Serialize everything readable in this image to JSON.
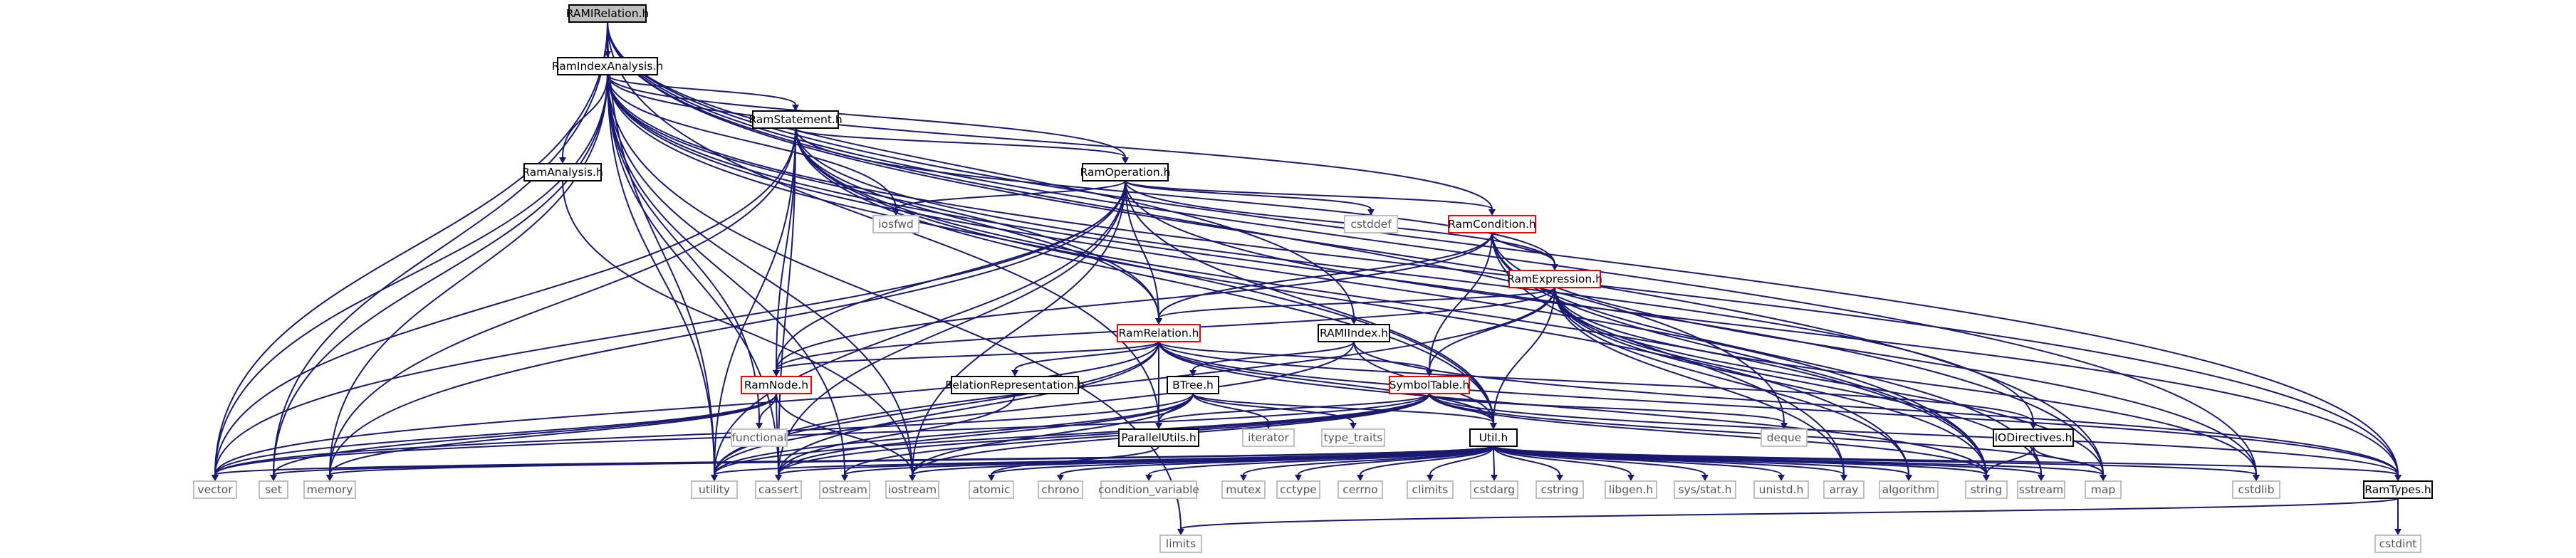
{
  "diagram": {
    "nodes": [
      {
        "id": "RAMIRelation.h",
        "label": "RAMIRelation.h",
        "style": "root"
      },
      {
        "id": "RamIndexAnalysis.h",
        "label": "RamIndexAnalysis.h",
        "style": "normal"
      },
      {
        "id": "RamStatement.h",
        "label": "RamStatement.h",
        "style": "normal"
      },
      {
        "id": "RamAnalysis.h",
        "label": "RamAnalysis.h",
        "style": "normal"
      },
      {
        "id": "RamOperation.h",
        "label": "RamOperation.h",
        "style": "normal"
      },
      {
        "id": "iosfwd",
        "label": "iosfwd",
        "style": "system"
      },
      {
        "id": "cstddef",
        "label": "cstddef",
        "style": "system"
      },
      {
        "id": "RamCondition.h",
        "label": "RamCondition.h",
        "style": "red"
      },
      {
        "id": "RamExpression.h",
        "label": "RamExpression.h",
        "style": "red"
      },
      {
        "id": "RamRelation.h",
        "label": "RamRelation.h",
        "style": "red"
      },
      {
        "id": "RAMIIndex.h",
        "label": "RAMIIndex.h",
        "style": "normal"
      },
      {
        "id": "RamNode.h",
        "label": "RamNode.h",
        "style": "red"
      },
      {
        "id": "RelationRepresentation.h",
        "label": "RelationRepresentation.h",
        "style": "normal"
      },
      {
        "id": "BTree.h",
        "label": "BTree.h",
        "style": "normal"
      },
      {
        "id": "SymbolTable.h",
        "label": "SymbolTable.h",
        "style": "red"
      },
      {
        "id": "functional",
        "label": "functional",
        "style": "system"
      },
      {
        "id": "ParallelUtils.h",
        "label": "ParallelUtils.h",
        "style": "normal"
      },
      {
        "id": "iterator",
        "label": "iterator",
        "style": "system"
      },
      {
        "id": "type_traits",
        "label": "type_traits",
        "style": "system"
      },
      {
        "id": "Util.h",
        "label": "Util.h",
        "style": "normal"
      },
      {
        "id": "deque",
        "label": "deque",
        "style": "system"
      },
      {
        "id": "IODirectives.h",
        "label": "IODirectives.h",
        "style": "normal"
      },
      {
        "id": "vector",
        "label": "vector",
        "style": "system"
      },
      {
        "id": "set",
        "label": "set",
        "style": "system"
      },
      {
        "id": "memory",
        "label": "memory",
        "style": "system"
      },
      {
        "id": "utility",
        "label": "utility",
        "style": "system"
      },
      {
        "id": "cassert",
        "label": "cassert",
        "style": "system"
      },
      {
        "id": "ostream",
        "label": "ostream",
        "style": "system"
      },
      {
        "id": "iostream",
        "label": "iostream",
        "style": "system"
      },
      {
        "id": "atomic",
        "label": "atomic",
        "style": "system"
      },
      {
        "id": "chrono",
        "label": "chrono",
        "style": "system"
      },
      {
        "id": "condition_variable",
        "label": "condition_variable",
        "style": "system"
      },
      {
        "id": "mutex",
        "label": "mutex",
        "style": "system"
      },
      {
        "id": "cctype",
        "label": "cctype",
        "style": "system"
      },
      {
        "id": "cerrno",
        "label": "cerrno",
        "style": "system"
      },
      {
        "id": "climits",
        "label": "climits",
        "style": "system"
      },
      {
        "id": "cstdarg",
        "label": "cstdarg",
        "style": "system"
      },
      {
        "id": "cstring",
        "label": "cstring",
        "style": "system"
      },
      {
        "id": "libgen.h",
        "label": "libgen.h",
        "style": "system"
      },
      {
        "id": "sys/stat.h",
        "label": "sys/stat.h",
        "style": "system"
      },
      {
        "id": "unistd.h",
        "label": "unistd.h",
        "style": "system"
      },
      {
        "id": "array",
        "label": "array",
        "style": "system"
      },
      {
        "id": "algorithm",
        "label": "algorithm",
        "style": "system"
      },
      {
        "id": "string",
        "label": "string",
        "style": "system"
      },
      {
        "id": "sstream",
        "label": "sstream",
        "style": "system"
      },
      {
        "id": "map",
        "label": "map",
        "style": "system"
      },
      {
        "id": "cstdlib",
        "label": "cstdlib",
        "style": "system"
      },
      {
        "id": "RamTypes.h",
        "label": "RamTypes.h",
        "style": "normal"
      },
      {
        "id": "limits",
        "label": "limits",
        "style": "system"
      },
      {
        "id": "cstdint",
        "label": "cstdint",
        "style": "system"
      }
    ],
    "edges": [
      [
        "RAMIRelation.h",
        "RamIndexAnalysis.h"
      ],
      [
        "RAMIRelation.h",
        "RAMIIndex.h"
      ],
      [
        "RAMIRelation.h",
        "ParallelUtils.h"
      ],
      [
        "RAMIRelation.h",
        "vector"
      ],
      [
        "RAMIRelation.h",
        "set"
      ],
      [
        "RAMIRelation.h",
        "utility"
      ],
      [
        "RAMIRelation.h",
        "deque"
      ],
      [
        "RAMIRelation.h",
        "map"
      ],
      [
        "RAMIRelation.h",
        "cstdlib"
      ],
      [
        "RAMIRelation.h",
        "RamTypes.h"
      ],
      [
        "RamIndexAnalysis.h",
        "RamStatement.h"
      ],
      [
        "RamIndexAnalysis.h",
        "RamAnalysis.h"
      ],
      [
        "RamIndexAnalysis.h",
        "RamOperation.h"
      ],
      [
        "RamIndexAnalysis.h",
        "RamCondition.h"
      ],
      [
        "RamIndexAnalysis.h",
        "RamRelation.h"
      ],
      [
        "RamIndexAnalysis.h",
        "iosfwd"
      ],
      [
        "RamIndexAnalysis.h",
        "functional"
      ],
      [
        "RamIndexAnalysis.h",
        "vector"
      ],
      [
        "RamIndexAnalysis.h",
        "set"
      ],
      [
        "RamIndexAnalysis.h",
        "memory"
      ],
      [
        "RamIndexAnalysis.h",
        "utility"
      ],
      [
        "RamIndexAnalysis.h",
        "cassert"
      ],
      [
        "RamIndexAnalysis.h",
        "ostream"
      ],
      [
        "RamIndexAnalysis.h",
        "iostream"
      ],
      [
        "RamIndexAnalysis.h",
        "Util.h"
      ],
      [
        "RamIndexAnalysis.h",
        "string"
      ],
      [
        "RamIndexAnalysis.h",
        "map"
      ],
      [
        "RamIndexAnalysis.h",
        "RamTypes.h"
      ],
      [
        "RamIndexAnalysis.h",
        "limits"
      ],
      [
        "RamStatement.h",
        "RamOperation.h"
      ],
      [
        "RamStatement.h",
        "RamRelation.h"
      ],
      [
        "RamStatement.h",
        "RamNode.h"
      ],
      [
        "RamStatement.h",
        "RamExpression.h"
      ],
      [
        "RamStatement.h",
        "IODirectives.h"
      ],
      [
        "RamStatement.h",
        "Util.h"
      ],
      [
        "RamStatement.h",
        "vector"
      ],
      [
        "RamStatement.h",
        "memory"
      ],
      [
        "RamStatement.h",
        "utility"
      ],
      [
        "RamStatement.h",
        "cassert"
      ],
      [
        "RamStatement.h",
        "algorithm"
      ],
      [
        "RamStatement.h",
        "string"
      ],
      [
        "RamAnalysis.h",
        "iostream"
      ],
      [
        "RamOperation.h",
        "iosfwd"
      ],
      [
        "RamOperation.h",
        "cstddef"
      ],
      [
        "RamOperation.h",
        "RamCondition.h"
      ],
      [
        "RamOperation.h",
        "RamExpression.h"
      ],
      [
        "RamOperation.h",
        "RamRelation.h"
      ],
      [
        "RamOperation.h",
        "RamNode.h"
      ],
      [
        "RamOperation.h",
        "Util.h"
      ],
      [
        "RamOperation.h",
        "vector"
      ],
      [
        "RamOperation.h",
        "memory"
      ],
      [
        "RamOperation.h",
        "utility"
      ],
      [
        "RamOperation.h",
        "cassert"
      ],
      [
        "RamOperation.h",
        "iostream"
      ],
      [
        "RamOperation.h",
        "RamTypes.h"
      ],
      [
        "RamCondition.h",
        "RamExpression.h"
      ],
      [
        "RamCondition.h",
        "RamRelation.h"
      ],
      [
        "RamCondition.h",
        "RamNode.h"
      ],
      [
        "RamCondition.h",
        "SymbolTable.h"
      ],
      [
        "RamCondition.h",
        "array"
      ],
      [
        "RamCondition.h",
        "string"
      ],
      [
        "RamCondition.h",
        "sstream"
      ],
      [
        "RamCondition.h",
        "cstdlib"
      ],
      [
        "RamExpression.h",
        "RamRelation.h"
      ],
      [
        "RamExpression.h",
        "RamNode.h"
      ],
      [
        "RamExpression.h",
        "SymbolTable.h"
      ],
      [
        "RamExpression.h",
        "Util.h"
      ],
      [
        "RamExpression.h",
        "utility"
      ],
      [
        "RamExpression.h",
        "array"
      ],
      [
        "RamExpression.h",
        "algorithm"
      ],
      [
        "RamExpression.h",
        "string"
      ],
      [
        "RamExpression.h",
        "sstream"
      ],
      [
        "RamExpression.h",
        "map"
      ],
      [
        "RamExpression.h",
        "cstdlib"
      ],
      [
        "RamRelation.h",
        "RamNode.h"
      ],
      [
        "RamRelation.h",
        "RelationRepresentation.h"
      ],
      [
        "RamRelation.h",
        "ParallelUtils.h"
      ],
      [
        "RamRelation.h",
        "Util.h"
      ],
      [
        "RamRelation.h",
        "SymbolTable.h"
      ],
      [
        "RamRelation.h",
        "IODirectives.h"
      ],
      [
        "RamRelation.h",
        "vector"
      ],
      [
        "RamRelation.h",
        "utility"
      ],
      [
        "RamRelation.h",
        "cassert"
      ],
      [
        "RamRelation.h",
        "string"
      ],
      [
        "RamRelation.h",
        "RamTypes.h"
      ],
      [
        "RAMIIndex.h",
        "BTree.h"
      ],
      [
        "RAMIIndex.h",
        "Util.h"
      ],
      [
        "RAMIIndex.h",
        "utility"
      ],
      [
        "RAMIIndex.h",
        "RamTypes.h"
      ],
      [
        "RamNode.h",
        "functional"
      ],
      [
        "RamNode.h",
        "vector"
      ],
      [
        "RamNode.h",
        "set"
      ],
      [
        "RamNode.h",
        "memory"
      ],
      [
        "RamNode.h",
        "cassert"
      ],
      [
        "RamNode.h",
        "iostream"
      ],
      [
        "RelationRepresentation.h",
        "cassert"
      ],
      [
        "BTree.h",
        "ParallelUtils.h"
      ],
      [
        "BTree.h",
        "iterator"
      ],
      [
        "BTree.h",
        "type_traits"
      ],
      [
        "BTree.h",
        "Util.h"
      ],
      [
        "BTree.h",
        "vector"
      ],
      [
        "BTree.h",
        "utility"
      ],
      [
        "BTree.h",
        "cassert"
      ],
      [
        "BTree.h",
        "iostream"
      ],
      [
        "SymbolTable.h",
        "ParallelUtils.h"
      ],
      [
        "SymbolTable.h",
        "Util.h"
      ],
      [
        "SymbolTable.h",
        "deque"
      ],
      [
        "SymbolTable.h",
        "vector"
      ],
      [
        "SymbolTable.h",
        "utility"
      ],
      [
        "SymbolTable.h",
        "cassert"
      ],
      [
        "SymbolTable.h",
        "ostream"
      ],
      [
        "SymbolTable.h",
        "iostream"
      ],
      [
        "SymbolTable.h",
        "string"
      ],
      [
        "SymbolTable.h",
        "map"
      ],
      [
        "SymbolTable.h",
        "RamTypes.h"
      ],
      [
        "ParallelUtils.h",
        "atomic"
      ],
      [
        "Util.h",
        "vector"
      ],
      [
        "Util.h",
        "set"
      ],
      [
        "Util.h",
        "memory"
      ],
      [
        "Util.h",
        "utility"
      ],
      [
        "Util.h",
        "cassert"
      ],
      [
        "Util.h",
        "ostream"
      ],
      [
        "Util.h",
        "iostream"
      ],
      [
        "Util.h",
        "atomic"
      ],
      [
        "Util.h",
        "chrono"
      ],
      [
        "Util.h",
        "condition_variable"
      ],
      [
        "Util.h",
        "mutex"
      ],
      [
        "Util.h",
        "cctype"
      ],
      [
        "Util.h",
        "cerrno"
      ],
      [
        "Util.h",
        "climits"
      ],
      [
        "Util.h",
        "cstdarg"
      ],
      [
        "Util.h",
        "cstring"
      ],
      [
        "Util.h",
        "libgen.h"
      ],
      [
        "Util.h",
        "sys/stat.h"
      ],
      [
        "Util.h",
        "unistd.h"
      ],
      [
        "Util.h",
        "array"
      ],
      [
        "Util.h",
        "algorithm"
      ],
      [
        "Util.h",
        "string"
      ],
      [
        "Util.h",
        "sstream"
      ],
      [
        "Util.h",
        "map"
      ],
      [
        "Util.h",
        "cstdlib"
      ],
      [
        "Util.h",
        "RamTypes.h"
      ],
      [
        "IODirectives.h",
        "string"
      ],
      [
        "IODirectives.h",
        "sstream"
      ],
      [
        "IODirectives.h",
        "map"
      ],
      [
        "RamTypes.h",
        "limits"
      ],
      [
        "RamTypes.h",
        "cstdint"
      ]
    ],
    "colors": {
      "edge": "#191970",
      "root_fill": "#bfbfbf",
      "root_border": "#000000",
      "normal_border": "#000000",
      "red_border": "#ff0000",
      "system_border": "#bfbfbf",
      "system_text": "#555555",
      "text": "#000000",
      "background": "#ffffff"
    }
  }
}
